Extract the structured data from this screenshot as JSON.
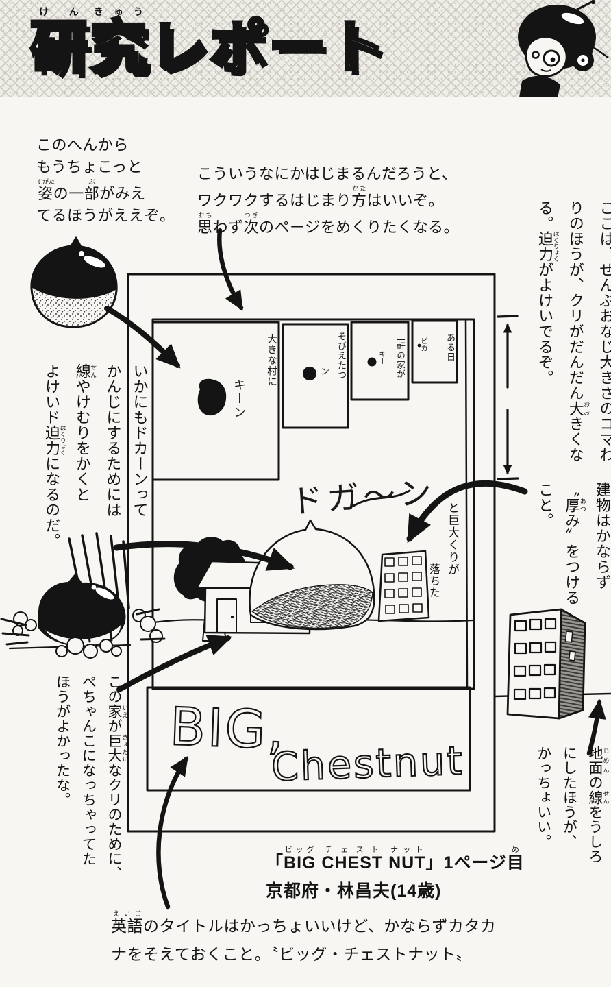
{
  "banner": {
    "title_line": [
      [
        [
          "研",
          "けん"
        ],
        [
          "究",
          "きゅう"
        ],
        "レポート"
      ]
    ]
  },
  "notes": {
    "top_left": {
      "lines": [
        [
          "このへんから"
        ],
        [
          "もうちょこっと"
        ],
        [
          [
            "姿",
            "すがた"
          ],
          "の一",
          [
            "部",
            "ぶ"
          ],
          "がみえ"
        ],
        [
          "てるほうがええぞ。"
        ]
      ]
    },
    "top_middle": {
      "lines": [
        [
          "こういうなにかはじまるんだろうと、"
        ],
        [
          "ワクワクするはじまり",
          [
            "方",
            "かた"
          ],
          "はいいぞ。"
        ],
        [
          [
            "思",
            "おも"
          ],
          "わず",
          [
            "次",
            "つぎ"
          ],
          "のページをめくりたくなる。"
        ]
      ]
    },
    "right_top": {
      "lines": [
        [
          "ここは、ぜんぶおなじ",
          [
            "大",
            "おお"
          ],
          "きさのコマわ"
        ],
        [
          "りのほうが、クリがだんだん",
          [
            "大",
            "おお"
          ],
          "きくな"
        ],
        [
          "る。",
          [
            "迫力",
            "はくりょく"
          ],
          "がよけいでるぞ。"
        ]
      ]
    },
    "left_mid": {
      "lines": [
        [
          "いかにもドカーンって"
        ],
        [
          "かんじにするためには"
        ],
        [
          [
            "線",
            "せん"
          ],
          "やけむりをかくと"
        ],
        [
          "よけいド",
          [
            "迫力",
            "はくりょく"
          ],
          "になるのだ。"
        ]
      ]
    },
    "building": {
      "lines": [
        [
          [
            "建物",
            "たてもの"
          ],
          "はかならず"
        ],
        [
          "〝",
          [
            "厚",
            "あつ"
          ],
          "み〟をつける"
        ],
        [
          "こと。"
        ]
      ]
    },
    "left_bottom": {
      "lines": [
        [
          "この",
          [
            "家",
            "いえ"
          ],
          "が",
          [
            "巨大",
            "きょだい"
          ],
          "なクリのために、"
        ],
        [
          "ぺちゃんこになっちゃってた"
        ],
        [
          "ほうがよかったな。"
        ]
      ]
    },
    "ground": {
      "lines": [
        [
          [
            "地面",
            "じめん"
          ],
          "の",
          [
            "線",
            "せん"
          ],
          "をうしろ"
        ],
        [
          "にしたほうが、"
        ],
        [
          "かっちょいい。"
        ]
      ]
    },
    "bottom": {
      "lines": [
        [
          [
            "英語",
            "えいご"
          ],
          "のタイトルはかっちょいいけど、かならずカタカ"
        ],
        [
          "ナをそえておくこと。〝ビッグ・チェストナット〟"
        ]
      ]
    }
  },
  "manga": {
    "panels": [
      {
        "label": "ある日",
        "sfx": "ピカ"
      },
      {
        "label": "二軒の家が",
        "sfx": "キー"
      },
      {
        "label": "そびえたつ",
        "sfx": "ン"
      },
      {
        "label": "大きな村に",
        "sfx": "キーン"
      }
    ],
    "boom_sfx": "ドガ〜ン",
    "fall_caption": [
      "と巨大くりが",
      "落ちた"
    ],
    "title_big": "BIG,",
    "title_chestnut": "Chestnut"
  },
  "caption": {
    "lines": [
      [
        "「",
        [
          "BIG",
          "ビッグ"
        ],
        " ",
        [
          "CHEST",
          "チェスト"
        ],
        " ",
        [
          "NUT",
          "ナット"
        ],
        "」1ページ",
        [
          "目",
          "め"
        ]
      ],
      [
        "京都府・林昌夫(14歳)"
      ]
    ]
  },
  "colors": {
    "ink": "#141414",
    "paper": "#f7f6f2"
  }
}
